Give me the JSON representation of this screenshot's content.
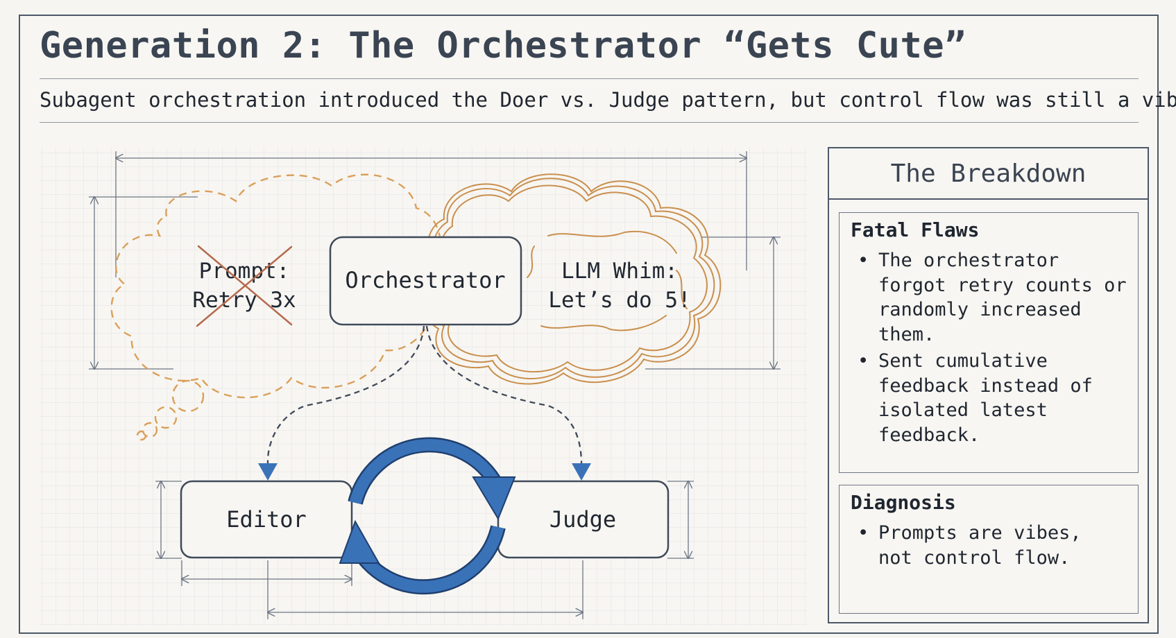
{
  "header": {
    "title": "Generation 2: The Orchestrator “Gets Cute”",
    "subtitle": "Subagent orchestration introduced the Doer vs. Judge pattern, but control flow was still a vibe."
  },
  "diagram": {
    "prompt_line1": "Prompt:",
    "prompt_line2": "Retry 3x",
    "orchestrator": "Orchestrator",
    "whim_line1": "LLM Whim:",
    "whim_line2": "Let’s do 5!",
    "editor": "Editor",
    "judge": "Judge"
  },
  "colors": {
    "ink": "#2c3440",
    "navy": "#4c5868",
    "dashed_cloud": "#d9a05b",
    "scribble_cloud": "#c98f4e",
    "cross_out": "#b5694d",
    "cycle_arrow": "#3a72b8",
    "grid": "#dfe3e7"
  },
  "sidebar": {
    "title": "The Breakdown",
    "fatal_flaws": {
      "title": "Fatal Flaws",
      "items": [
        [
          "The orchestrator",
          "forgot retry counts or",
          "randomly increased",
          "them."
        ],
        [
          "Sent cumulative",
          "feedback instead of",
          "isolated latest",
          "feedback."
        ]
      ]
    },
    "diagnosis": {
      "title": "Diagnosis",
      "items": [
        [
          "Prompts are vibes,",
          "not control flow."
        ]
      ]
    }
  }
}
